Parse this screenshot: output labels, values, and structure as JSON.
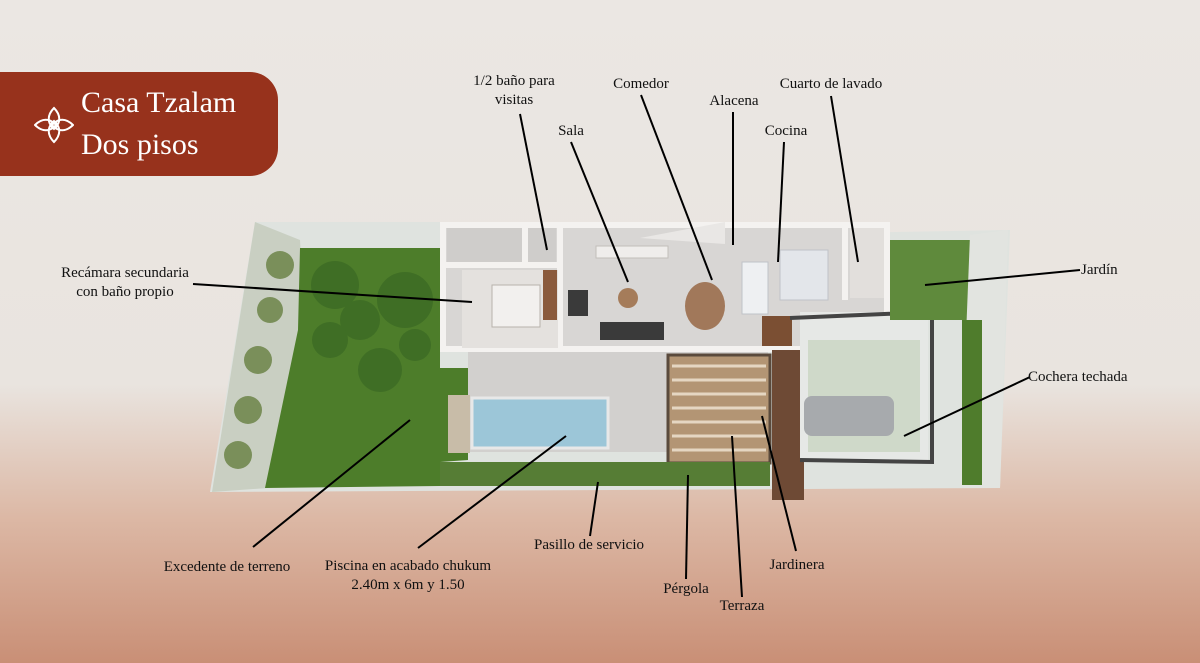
{
  "header": {
    "title_line1": "Casa Tzalam",
    "title_line2": "Dos pisos",
    "logo_icon": "lotus-flower-icon",
    "badge_color": "#97321c"
  },
  "labels": {
    "medio_bano": [
      "1/2 baño para",
      "visitas"
    ],
    "comedor": "Comedor",
    "alacena": "Alacena",
    "cuarto_lavado": "Cuarto de lavado",
    "sala": "Sala",
    "cocina": "Cocina",
    "recamara": [
      "Recámara secundaria",
      "con baño propio"
    ],
    "jardin": "Jardín",
    "cochera": "Cochera techada",
    "excedente": "Excedente de terreno",
    "piscina": [
      "Piscina en acabado chukum",
      "2.40m x 6m y 1.50"
    ],
    "pasillo": "Pasillo de servicio",
    "jardinera": "Jardinera",
    "pergola": "Pérgola",
    "terraza": "Terraza"
  },
  "colors": {
    "lawn": "#4d7d2a",
    "pool": "#9cc6d8",
    "floor": "#d8d6d4",
    "wood": "#8a5a3c",
    "pergola": "#b39574"
  }
}
